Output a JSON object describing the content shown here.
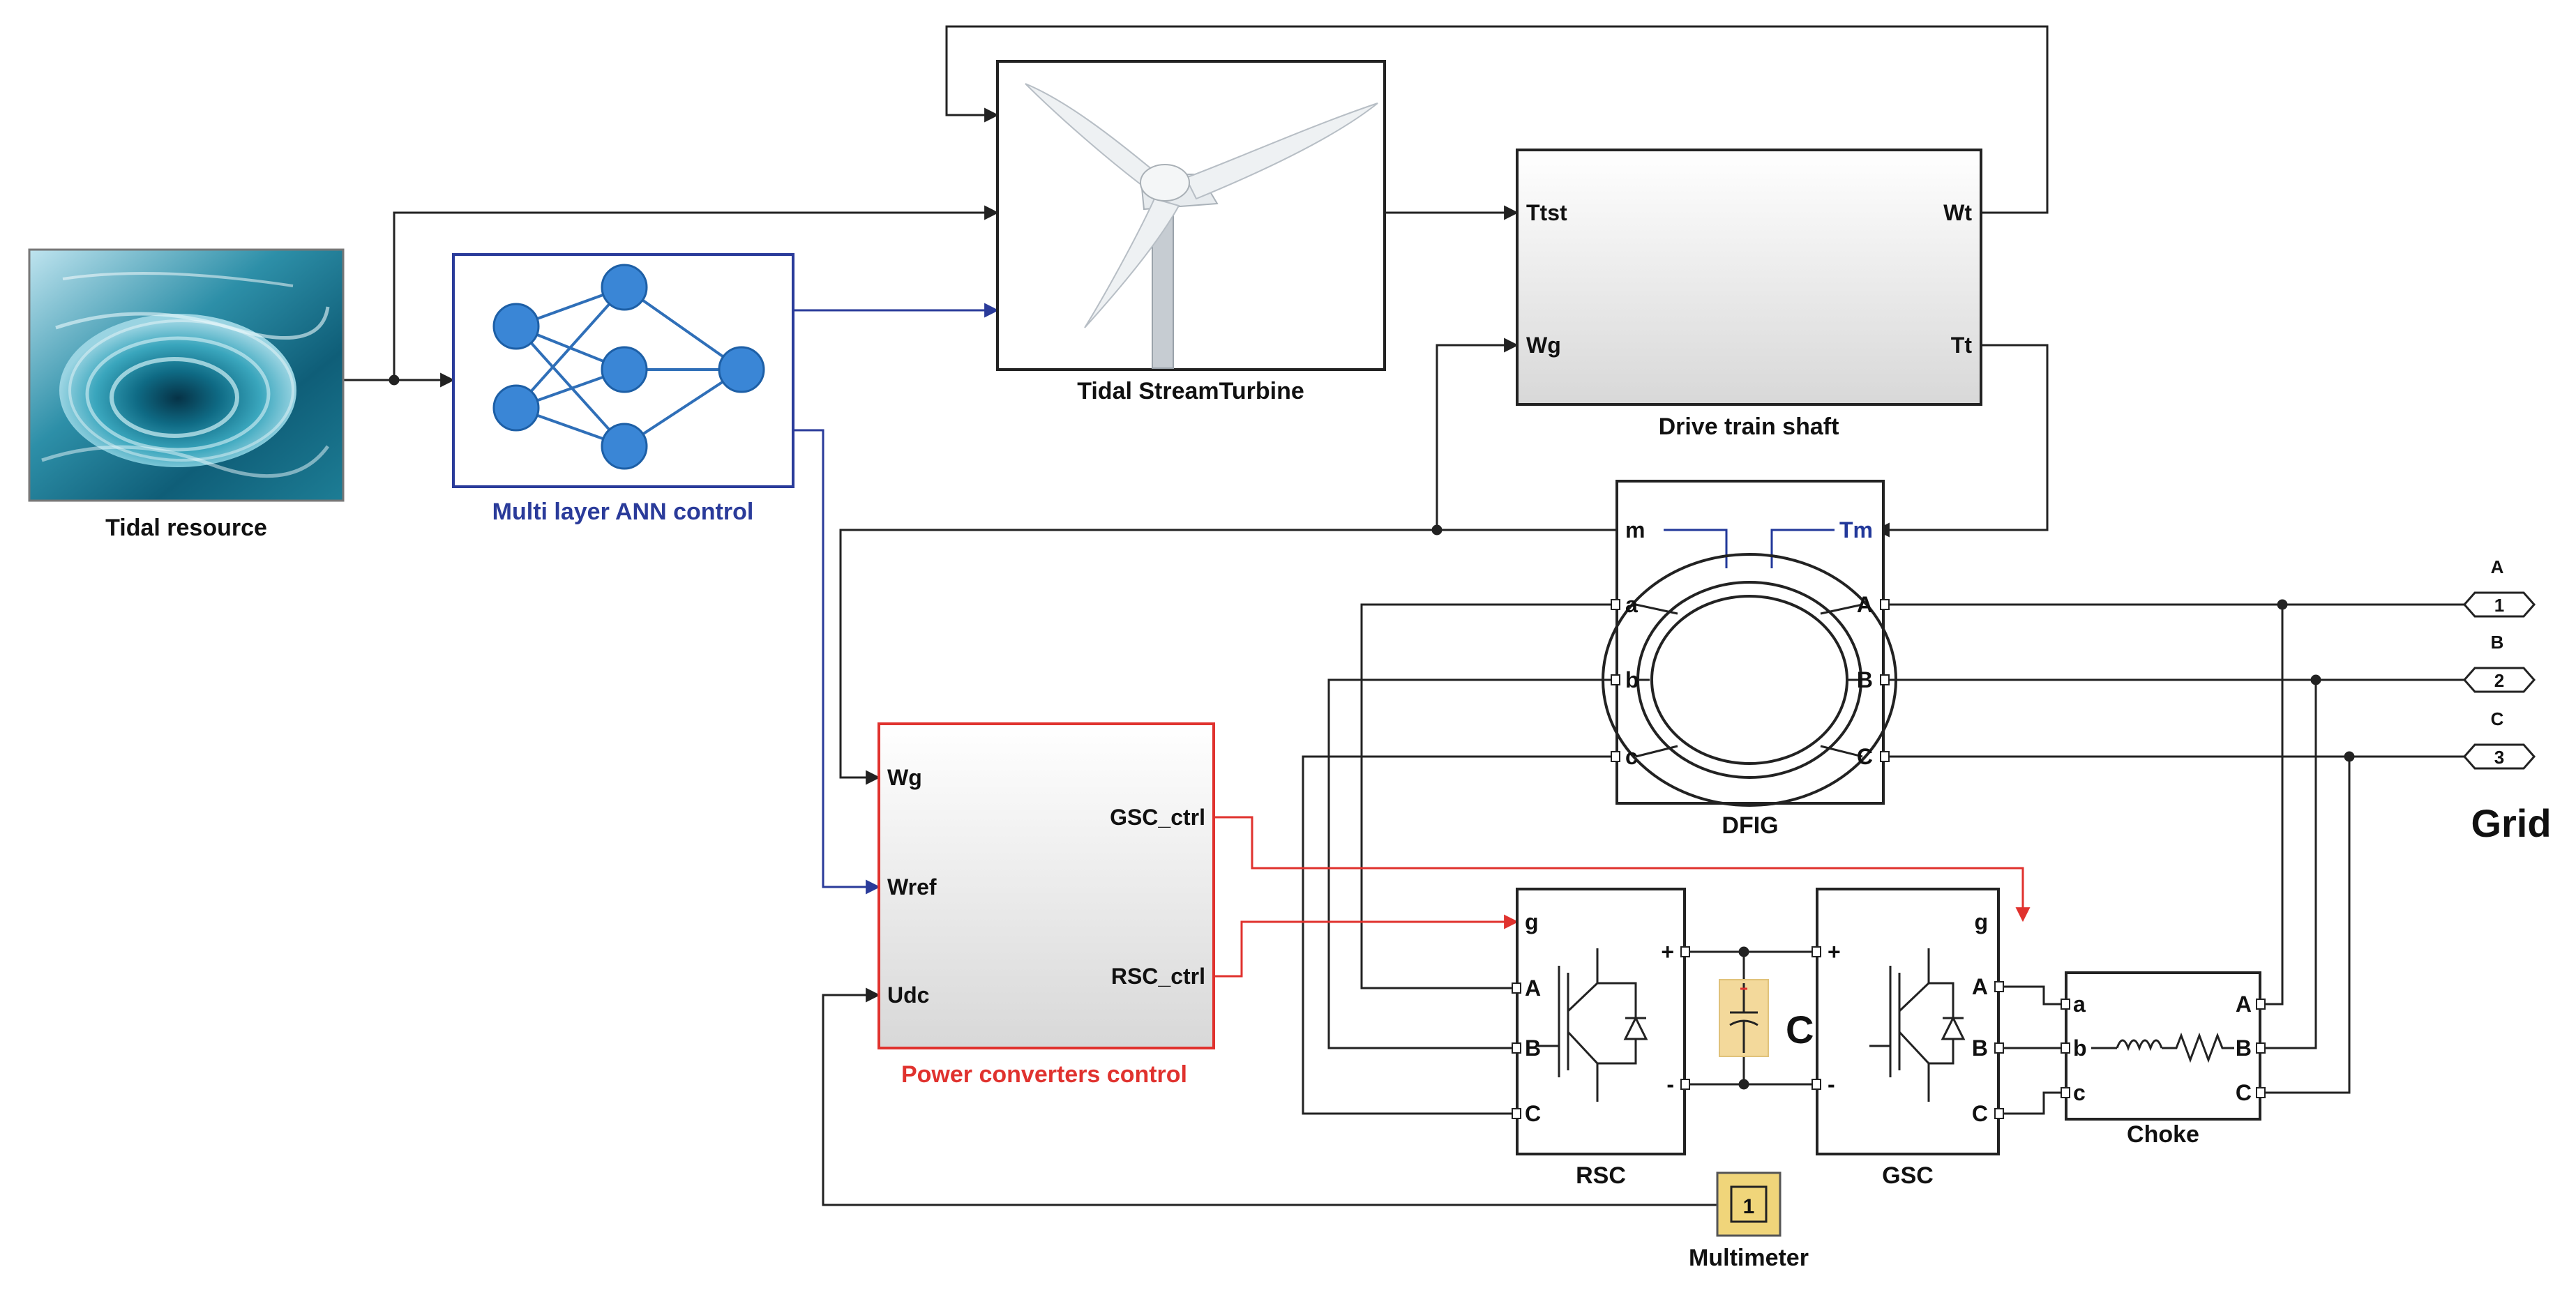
{
  "blocks": {
    "tidal_resource": {
      "label": "Tidal resource"
    },
    "ann": {
      "label": "Multi layer ANN control"
    },
    "turbine": {
      "label": "Tidal StreamTurbine"
    },
    "drive": {
      "label": "Drive train shaft",
      "in1": "Ttst",
      "in2": "Wg",
      "out1": "Wt",
      "out2": "Tt"
    },
    "dfig": {
      "label": "DFIG",
      "m": "m",
      "tm": "Tm",
      "a": "a",
      "b": "b",
      "c": "c",
      "A": "A",
      "B": "B",
      "C": "C"
    },
    "pcc": {
      "label": "Power converters control",
      "wg": "Wg",
      "wref": "Wref",
      "udc": "Udc",
      "gsc": "GSC_ctrl",
      "rsc": "RSC_ctrl"
    },
    "rsc": {
      "label": "RSC",
      "g": "g",
      "A": "A",
      "B": "B",
      "C": "C",
      "plus": "+",
      "minus": "-"
    },
    "gsc": {
      "label": "GSC",
      "g": "g",
      "A": "A",
      "B": "B",
      "C": "C",
      "plus": "+",
      "minus": "-"
    },
    "cap": {
      "label": "C"
    },
    "choke": {
      "label": "Choke",
      "a": "a",
      "b": "b",
      "c": "c",
      "A": "A",
      "B": "B",
      "C": "C"
    },
    "multimeter": {
      "label": "Multimeter",
      "value": "1"
    },
    "grid": {
      "label": "Grid",
      "ports": [
        {
          "name": "A",
          "num": "1"
        },
        {
          "name": "B",
          "num": "2"
        },
        {
          "name": "C",
          "num": "3"
        }
      ]
    }
  },
  "colors": {
    "signal": "#222222",
    "ann_blue": "#2a3b9a",
    "control_red": "#e0322e",
    "node_blue": "#3a86d6",
    "dfig_blue": "#22389a",
    "cap_fill": "#f3d99b"
  }
}
